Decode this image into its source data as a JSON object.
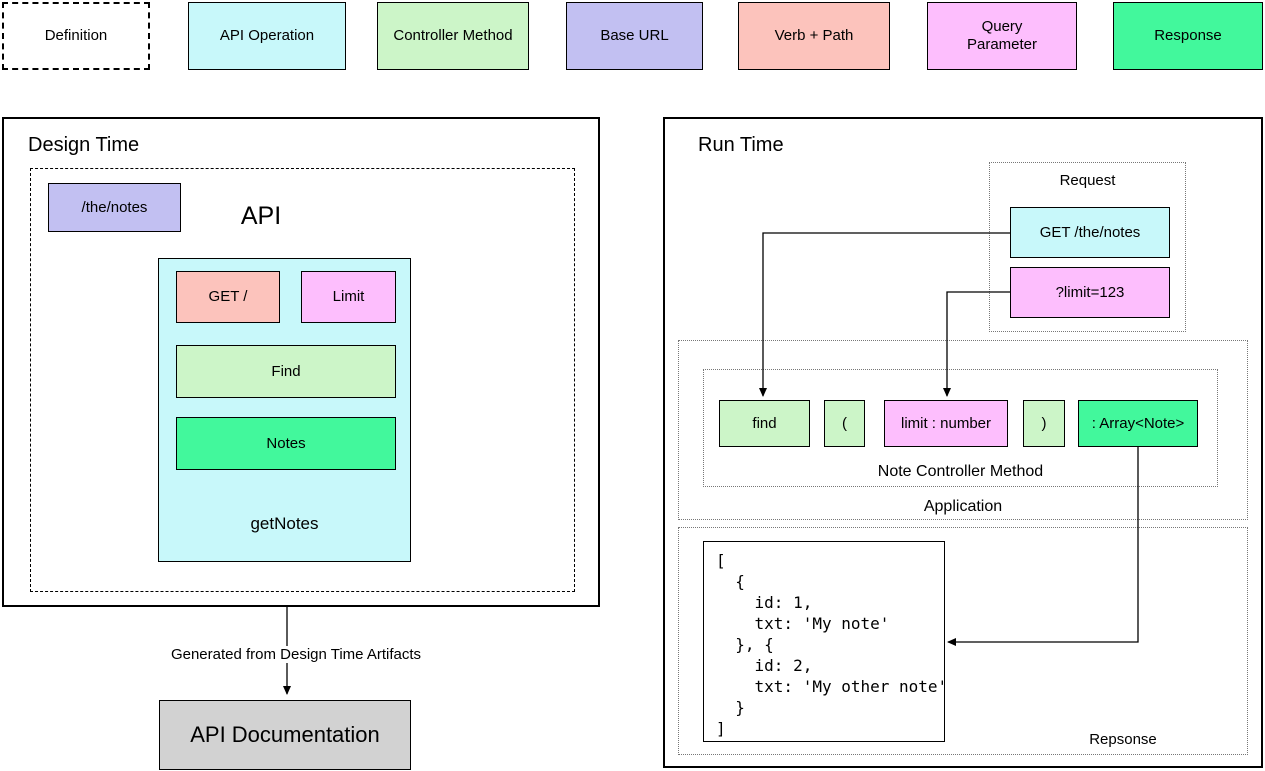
{
  "colors": {
    "operation": "#c8f8fa",
    "controller": "#ccf5c8",
    "baseurl": "#c2c0f2",
    "verbpath": "#fcc3bc",
    "query": "#fdbefd",
    "response": "#42f89c",
    "doc": "#d2d2d2"
  },
  "legend": {
    "items": [
      {
        "label": "Definition"
      },
      {
        "label": "API Operation"
      },
      {
        "label": "Controller Method"
      },
      {
        "label": "Base URL"
      },
      {
        "label": "Verb + Path"
      },
      {
        "label": "Query Parameter"
      },
      {
        "label": "Response"
      }
    ]
  },
  "design_time": {
    "title": "Design Time",
    "api_label": "API",
    "base_url": "/the/notes",
    "operation": {
      "verb_path": "GET /",
      "query_param": "Limit",
      "controller_method": "Find",
      "response": "Notes",
      "name": "getNotes"
    },
    "arrow_label": "Generated from Design Time Artifacts",
    "documentation": "API Documentation"
  },
  "run_time": {
    "title": "Run Time",
    "request": {
      "label": "Request",
      "operation": "GET /the/notes",
      "query": "?limit=123"
    },
    "application": {
      "label": "Application",
      "controller": {
        "label": "Note Controller Method",
        "tokens": [
          {
            "text": "find"
          },
          {
            "text": "("
          },
          {
            "text": "limit : number"
          },
          {
            "text": ")"
          },
          {
            "text": ": Array<Note>"
          }
        ]
      }
    },
    "response": {
      "label": "Repsonse",
      "code": "[\n  {\n    id: 1,\n    txt: 'My note'\n  }, {\n    id: 2,\n    txt: 'My other note'\n  }\n]"
    }
  }
}
